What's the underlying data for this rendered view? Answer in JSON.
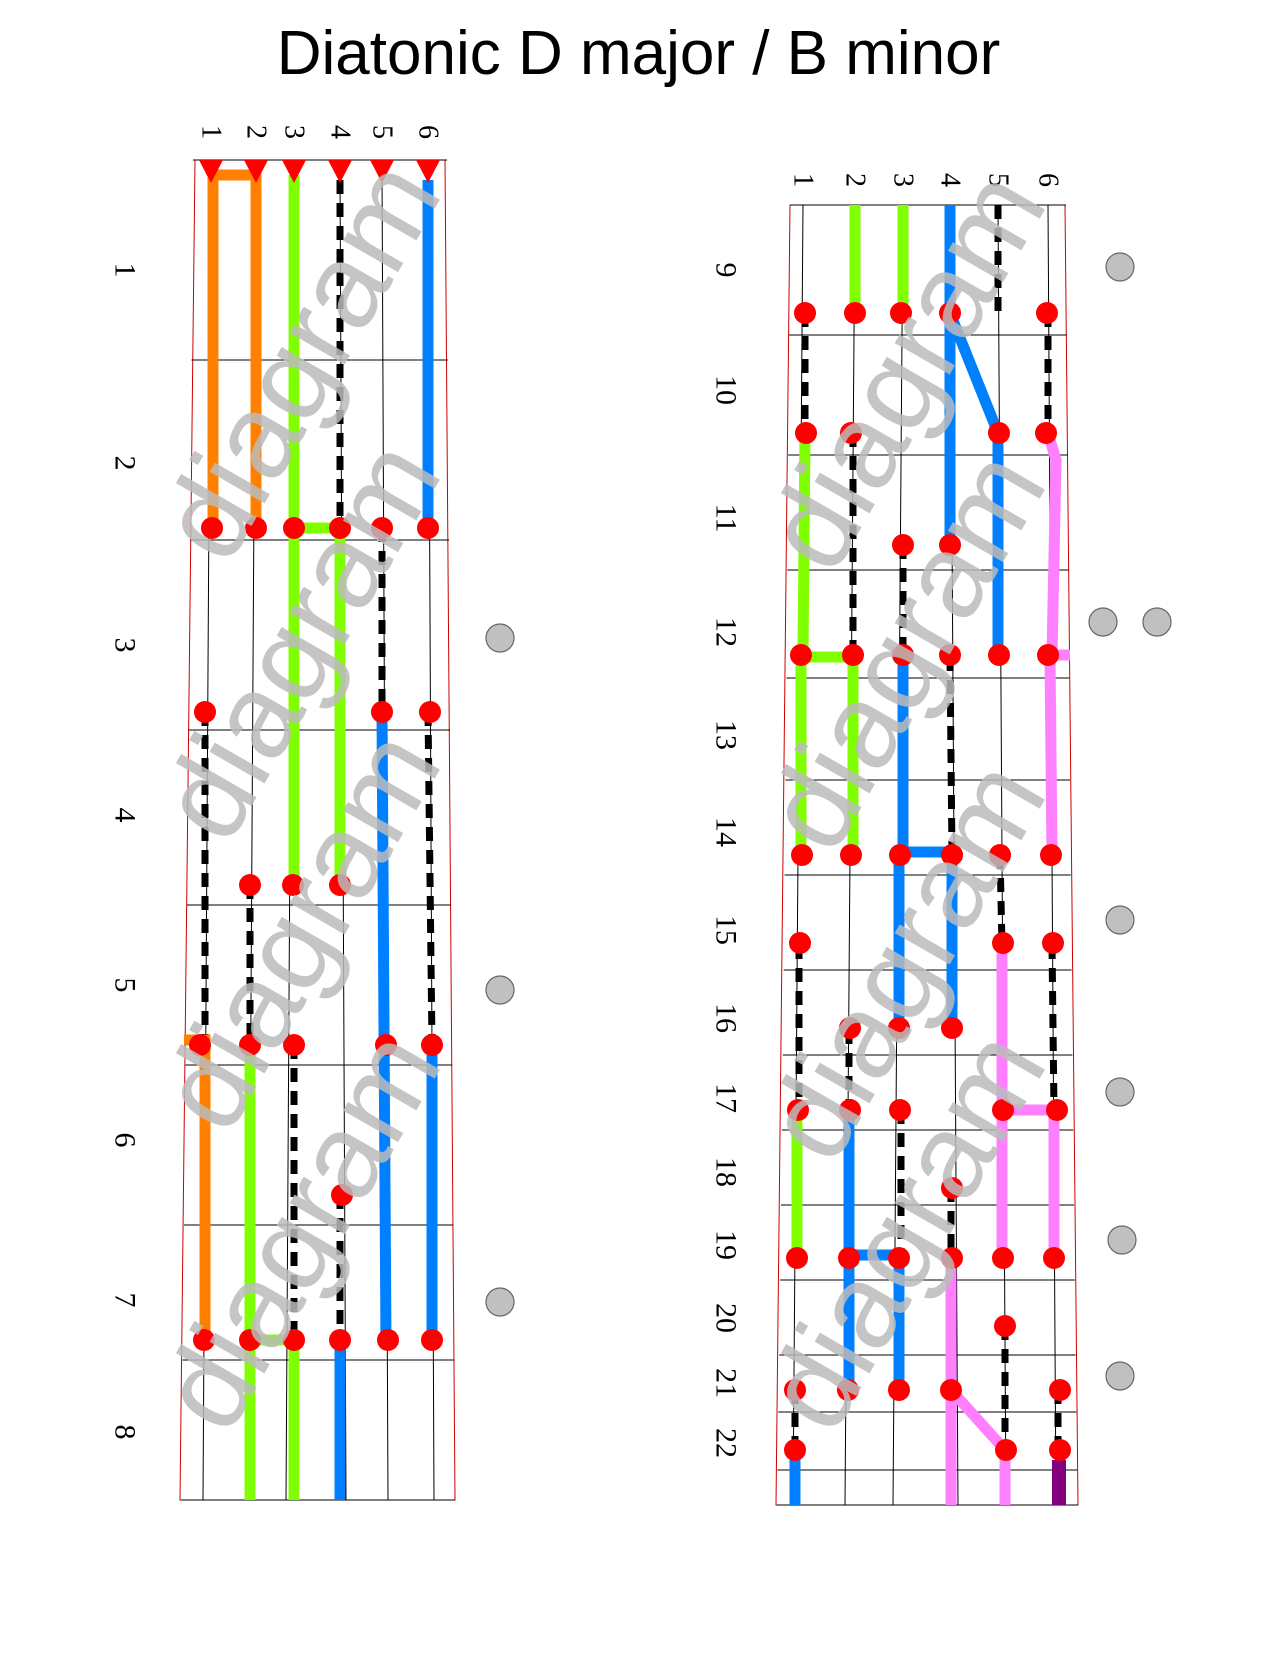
{
  "title": "Diatonic D major / B minor",
  "watermark": "diagram",
  "colors": {
    "dot": "#ff0000",
    "orange": "#ff8000",
    "green": "#80ff00",
    "blue": "#0080ff",
    "pink": "#ff80ff",
    "purple": "#800080",
    "black": "#000000",
    "marker": "#c0c0c0",
    "border": "#cc0000",
    "watermark": "#bbbbbb"
  },
  "left_diagram": {
    "string_labels": [
      "1",
      "2",
      "3",
      "4",
      "5",
      "6"
    ],
    "fret_labels": [
      "1",
      "2",
      "3",
      "4",
      "5",
      "6",
      "7",
      "8"
    ]
  },
  "right_diagram": {
    "string_labels": [
      "1",
      "2",
      "3",
      "4",
      "5",
      "6"
    ],
    "fret_labels": [
      "9",
      "10",
      "11",
      "12",
      "13",
      "14",
      "15",
      "16",
      "17",
      "18",
      "19",
      "20",
      "21",
      "22"
    ]
  }
}
